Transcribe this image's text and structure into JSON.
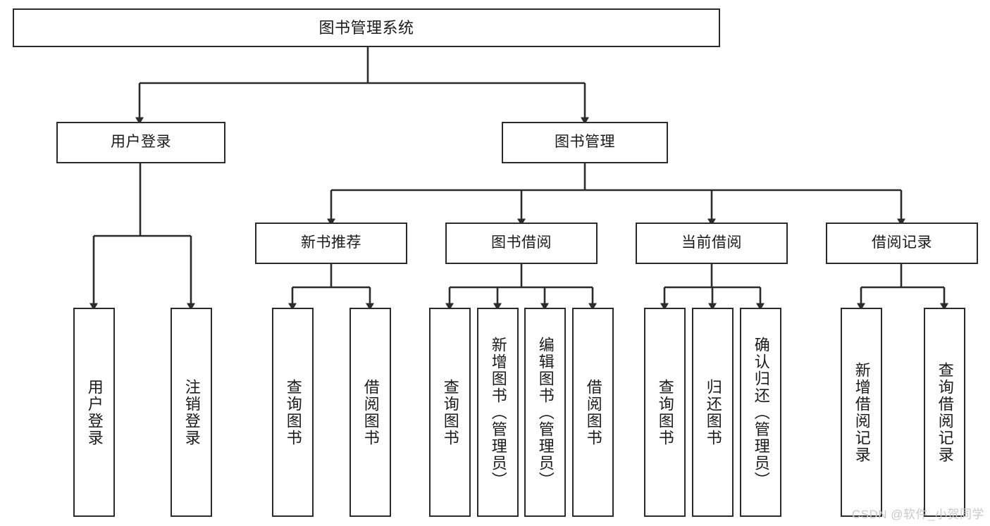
{
  "diagram": {
    "title": "图书管理系统",
    "type": "tree",
    "watermark": "CSDN @软件_小贺同学",
    "colors": {
      "box_border": "#2b2b2b",
      "box_fill": "#ffffff",
      "connector": "#2b2b2b",
      "text": "#1a1a1a",
      "watermark": "#c9c9c9",
      "background": "#ffffff"
    },
    "levels": {
      "root": "图书管理系统",
      "level2": [
        "用户登录",
        "图书管理"
      ],
      "level3": [
        "新书推荐",
        "图书借阅",
        "当前借阅",
        "借阅记录"
      ]
    },
    "nodes": {
      "root": {
        "label": "图书管理系统"
      },
      "user_login": {
        "label": "用户登录"
      },
      "book_manage": {
        "label": "图书管理"
      },
      "new_book_rec": {
        "label": "新书推荐"
      },
      "book_borrow": {
        "label": "图书借阅"
      },
      "current_borrow": {
        "label": "当前借阅"
      },
      "borrow_record": {
        "label": "借阅记录"
      },
      "leaf_user_login": {
        "label": "用户登录"
      },
      "leaf_logout": {
        "label": "注销登录"
      },
      "leaf_query_book_1": {
        "label": "查询图书"
      },
      "leaf_borrow_book_1": {
        "label": "借阅图书"
      },
      "leaf_query_book_2": {
        "label": "查询图书"
      },
      "leaf_add_book": {
        "label": "新增图书（管理员）"
      },
      "leaf_edit_book": {
        "label": "编辑图书（管理员）"
      },
      "leaf_borrow_book_2": {
        "label": "借阅图书"
      },
      "leaf_query_book_3": {
        "label": "查询图书"
      },
      "leaf_return_book": {
        "label": "归还图书"
      },
      "leaf_confirm_return": {
        "label": "确认归还（管理员）"
      },
      "leaf_add_record": {
        "label": "新增借阅记录"
      },
      "leaf_query_record": {
        "label": "查询借阅记录"
      }
    }
  }
}
